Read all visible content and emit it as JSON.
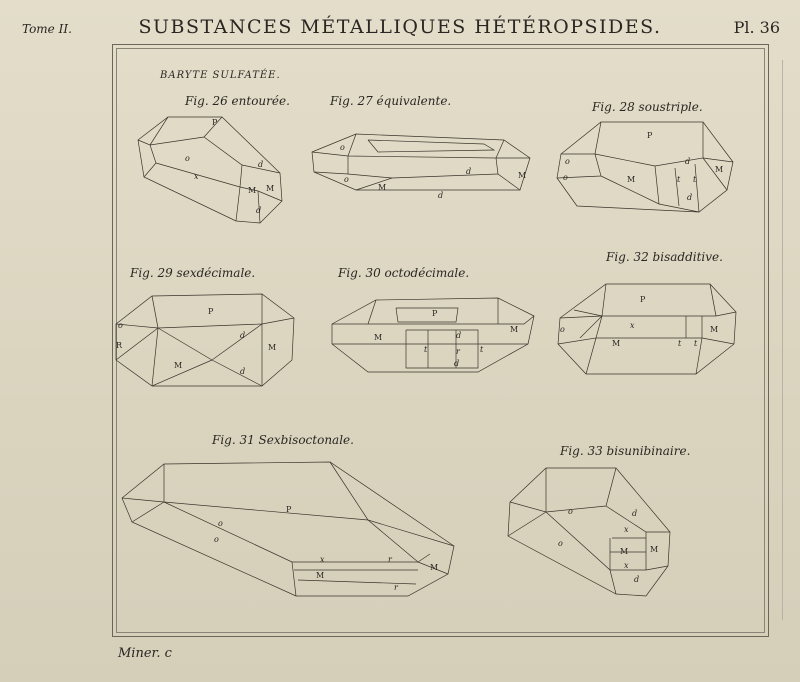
{
  "header": {
    "tome": "Tome II.",
    "title": "SUBSTANCES MÉTALLIQUES HÉTÉROPSIDES.",
    "plate": "Pl. 36"
  },
  "section_title": "BARYTE SULFATÉE.",
  "figures": [
    {
      "caption": "Fig. 26 entourée.",
      "labels": [
        "P",
        "o",
        "x",
        "d",
        "M",
        "M",
        "d"
      ]
    },
    {
      "caption": "Fig. 27 équivalente.",
      "labels": [
        "o",
        "o",
        "M",
        "d",
        "d",
        "M"
      ]
    },
    {
      "caption": "Fig. 28 soustriple.",
      "labels": [
        "P",
        "o",
        "o",
        "d",
        "M",
        "M",
        "t",
        "t",
        "d"
      ]
    },
    {
      "caption": "Fig. 29 sexdécimale.",
      "labels": [
        "P",
        "o",
        "R",
        "d",
        "M",
        "M",
        "d"
      ]
    },
    {
      "caption": "Fig. 30 octodécimale.",
      "labels": [
        "P",
        "d",
        "M",
        "M",
        "t",
        "r",
        "t",
        "d"
      ]
    },
    {
      "caption": "Fig. 32 bisadditive.",
      "labels": [
        "P",
        "x",
        "o",
        "M",
        "M",
        "t",
        "t"
      ]
    },
    {
      "caption": "Fig. 31 Sexbisoctonale.",
      "labels": [
        "P",
        "o",
        "o",
        "x",
        "r",
        "M",
        "M",
        "r"
      ]
    },
    {
      "caption": "Fig. 33 bisunibinaire.",
      "labels": [
        "o",
        "d",
        "x",
        "o",
        "M",
        "M",
        "x",
        "d"
      ]
    }
  ],
  "engraver": "Miner. c"
}
